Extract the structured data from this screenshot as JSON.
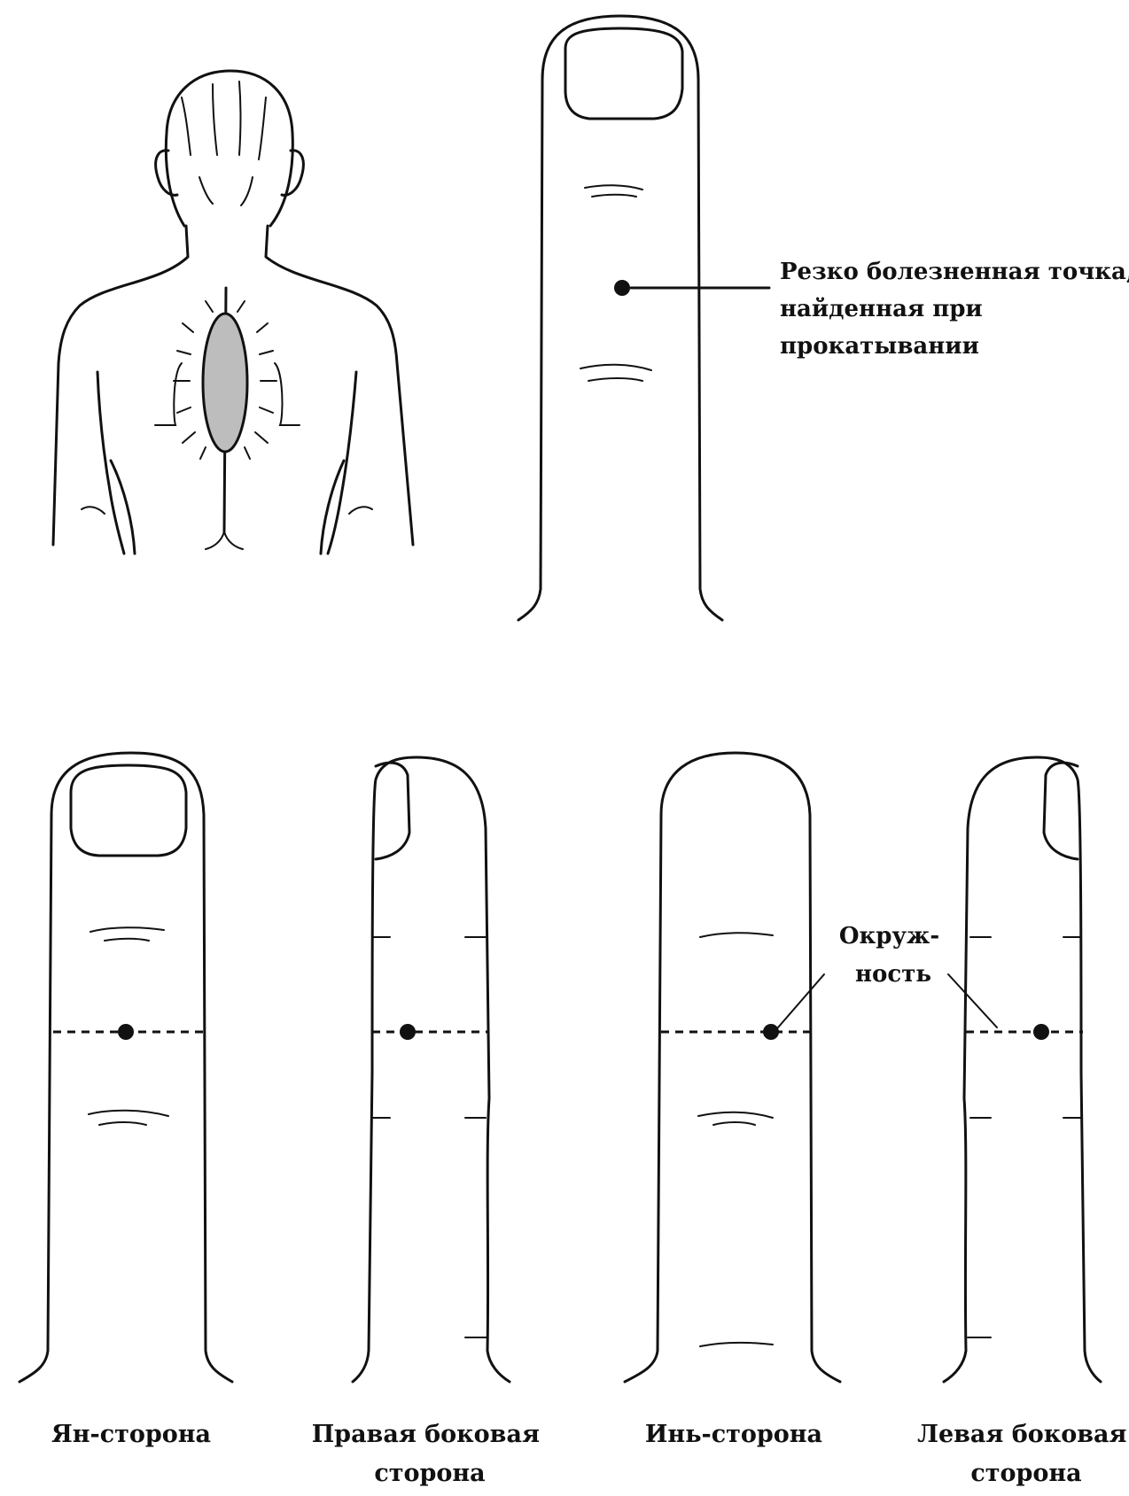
{
  "annotations": {
    "painful_point": [
      "Резко болезненная точка,",
      "найденная при",
      "прокатывании"
    ],
    "circumference": [
      "Окруж-",
      "ность"
    ]
  },
  "captions": {
    "yang": [
      "Ян-сторона"
    ],
    "right_side": [
      "Правая боковая",
      "сторона"
    ],
    "yin": [
      "Инь-сторона"
    ],
    "left_side": [
      "Левая боковая",
      "сторона"
    ]
  }
}
